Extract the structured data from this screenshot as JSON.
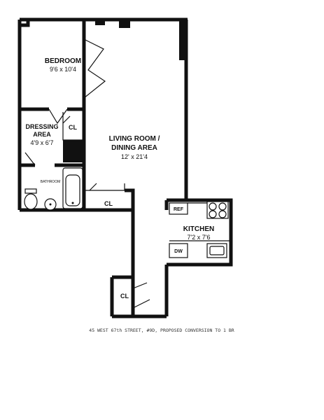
{
  "rooms": {
    "bedroom": {
      "name": "BEDROOM",
      "dims": "9'6 x 10'4"
    },
    "dressing": {
      "name_line1": "DRESSING",
      "name_line2": "AREA",
      "dims": "4'9 x 6'7"
    },
    "dressing_closet": {
      "name": "CL"
    },
    "bathroom": {
      "name": "BATHROOM"
    },
    "living": {
      "name_line1": "LIVING ROOM /",
      "name_line2": "DINING AREA",
      "dims": "12' x 21'4"
    },
    "hall_closet": {
      "name": "CL"
    },
    "kitchen": {
      "name": "KITCHEN",
      "dims": "7'2 x 7'6"
    },
    "entry_closet": {
      "name": "CL"
    }
  },
  "appliances": {
    "ref": "REF",
    "dw": "DW"
  },
  "caption": "45 WEST 67th STREET, #9D, PROPOSED CONVERSION TO 1 BR"
}
